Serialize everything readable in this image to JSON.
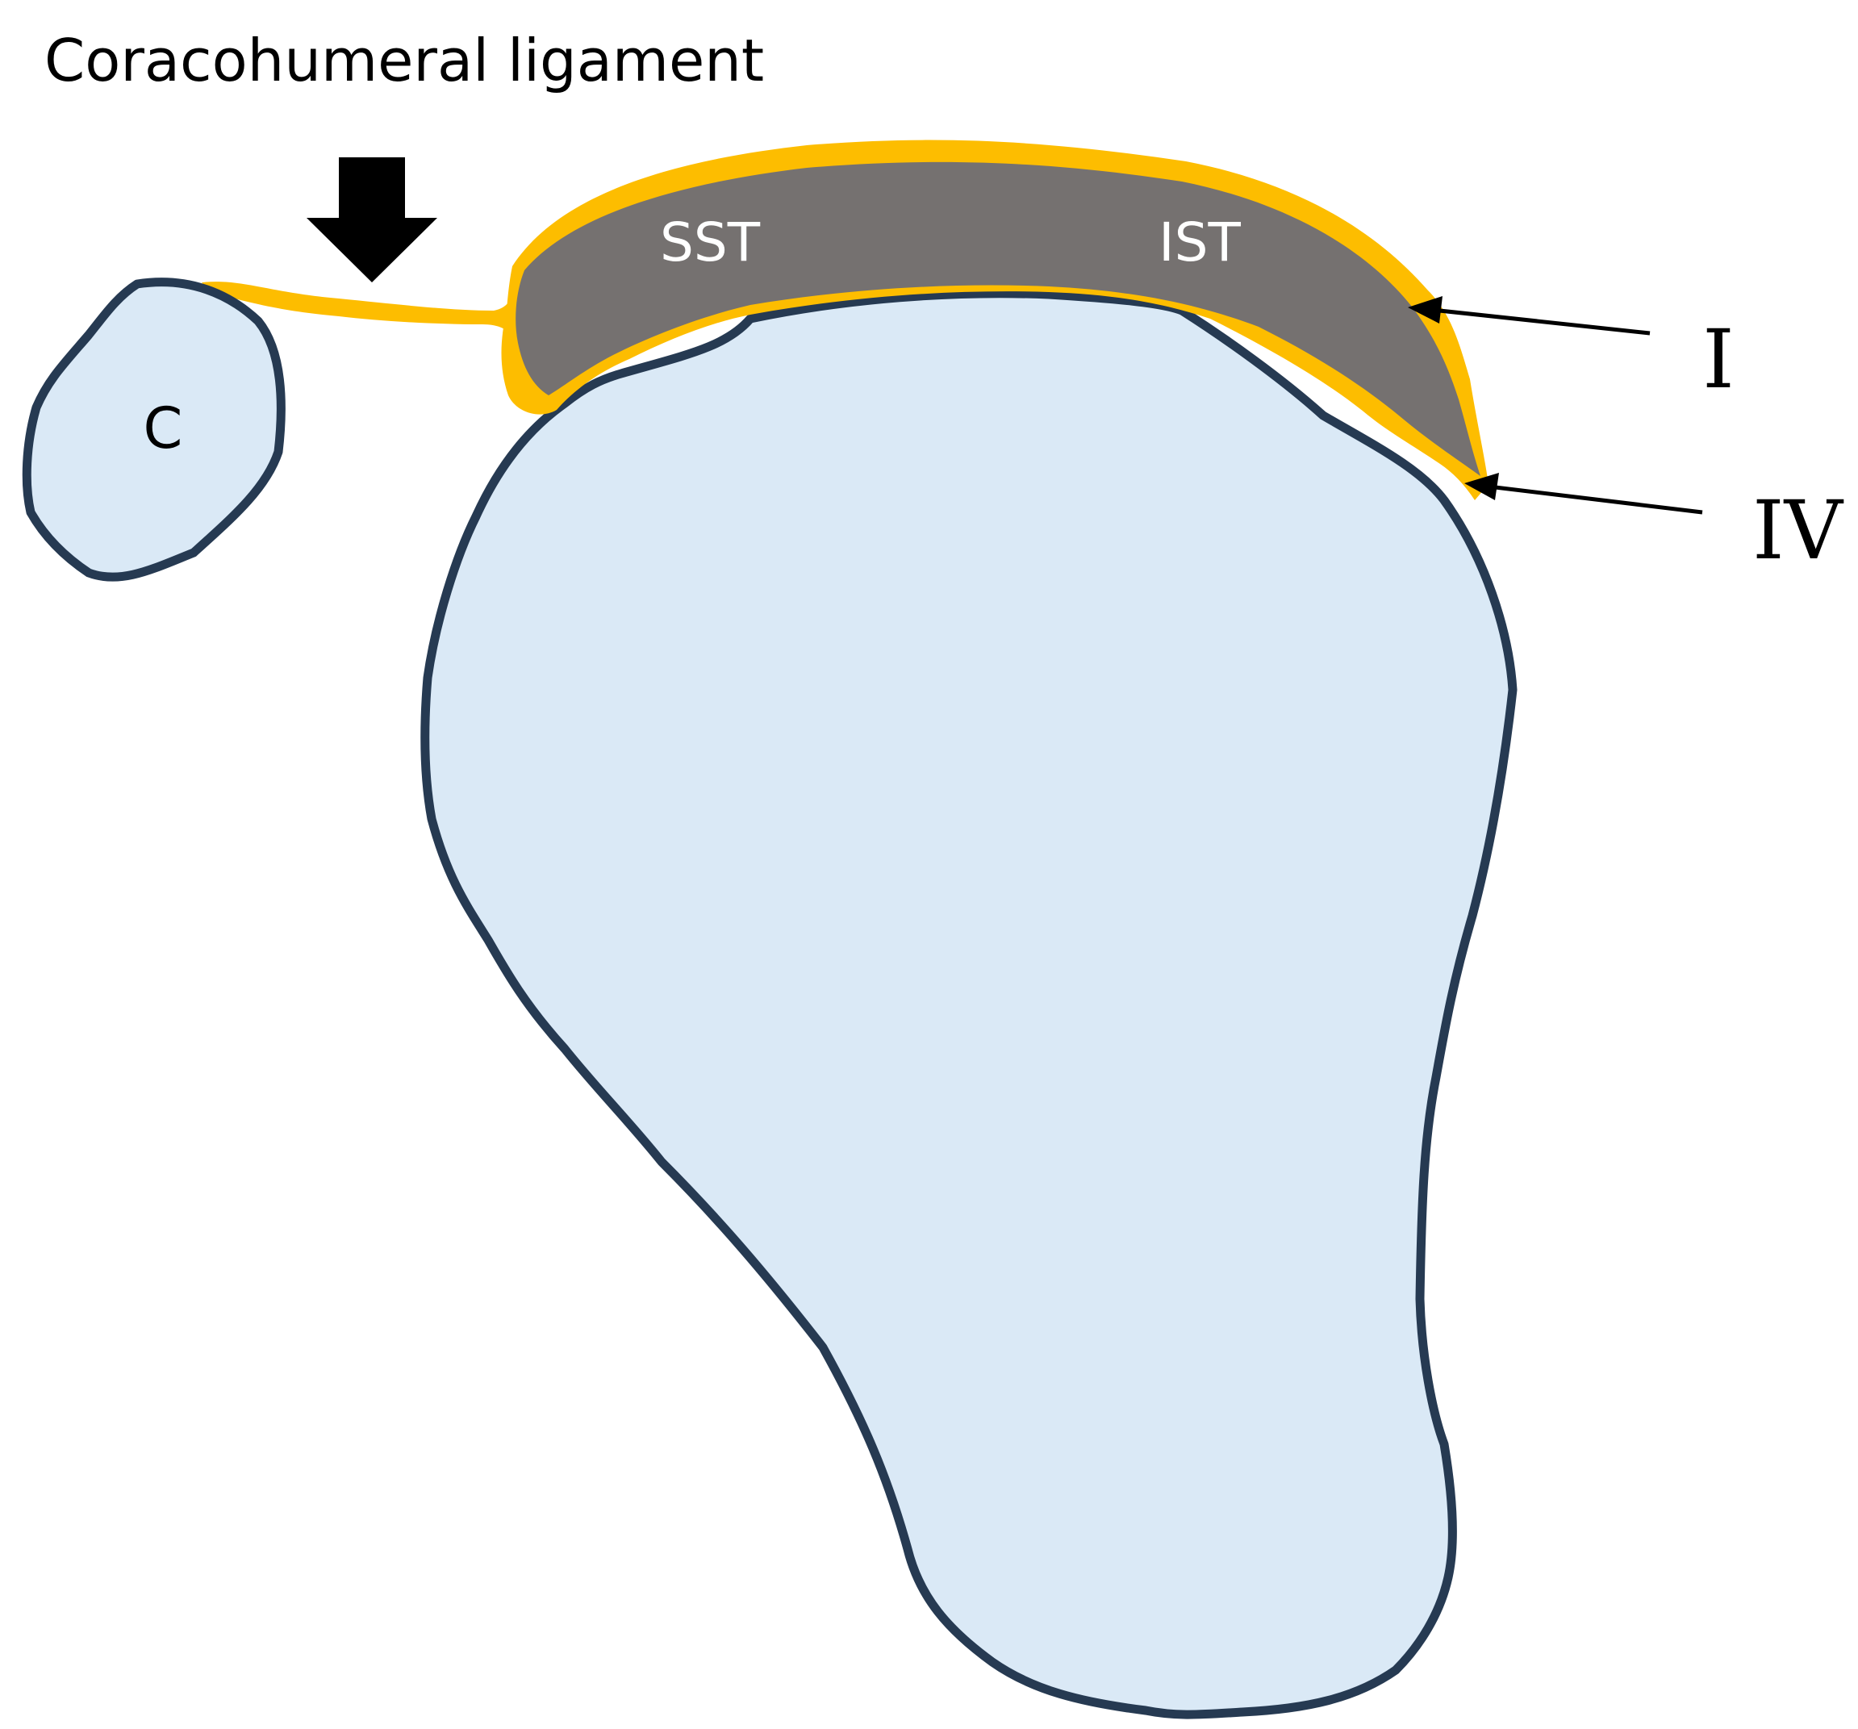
{
  "labels": {
    "ligament_title": "Coracohumeral ligament",
    "coracoid": "C",
    "supraspinatus": "SST",
    "infraspinatus": "IST",
    "layer_one": "I",
    "layer_four": "IV"
  },
  "colors": {
    "bone_fill": "#dae9f6",
    "bone_outline": "#263a52",
    "ligament_yellow": "#fdbd00",
    "tendon_gray": "#757170",
    "arrow_black": "#000000",
    "background": "#ffffff"
  },
  "icons": {
    "ligament_pointer": "arrow-down-icon",
    "layer_pointer": "arrow-left-icon"
  }
}
